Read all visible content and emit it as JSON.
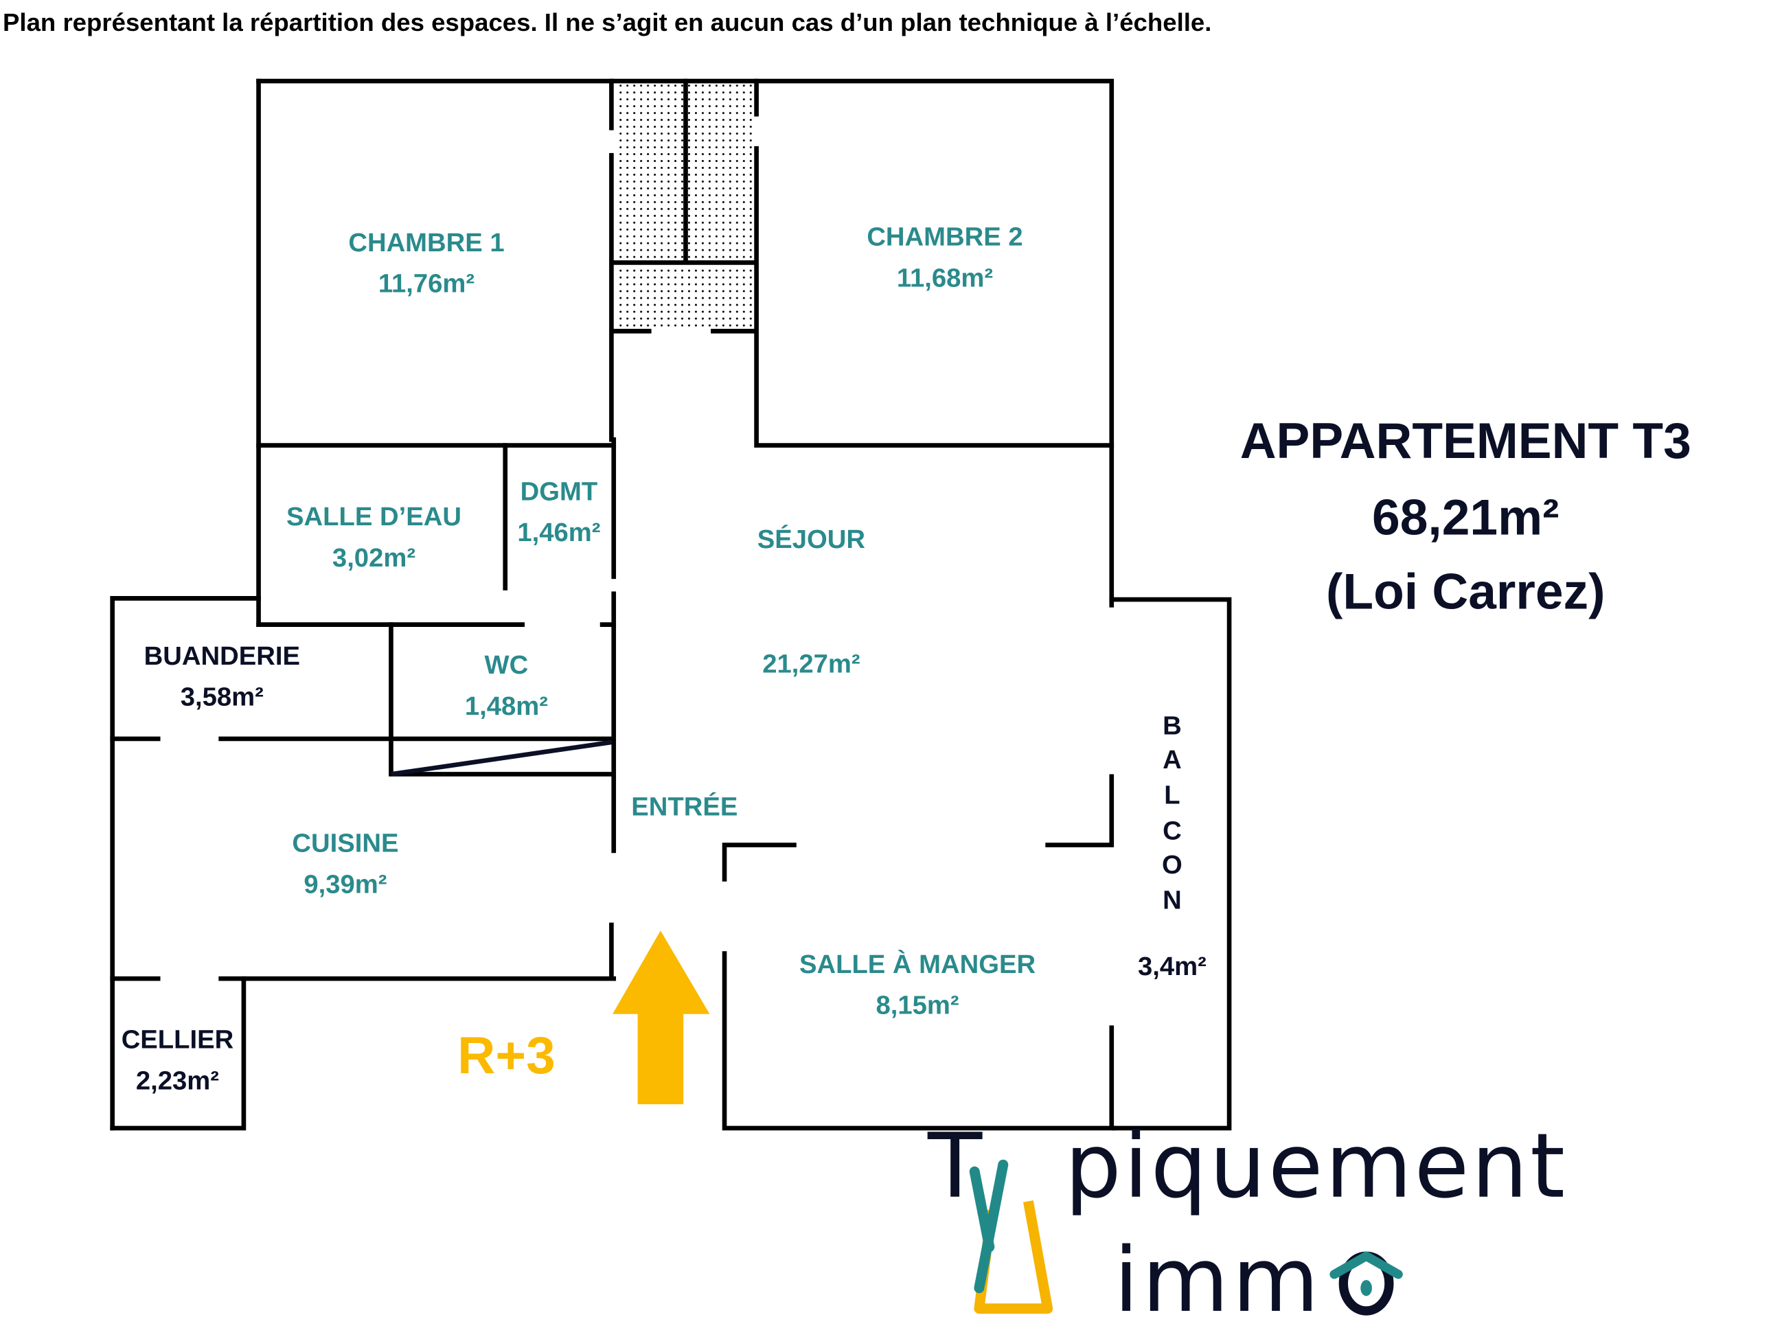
{
  "disclaimer": "Plan représentant la répartition des espaces. Il ne s’agit en aucun cas d’un plan technique à l’échelle.",
  "summary": {
    "title": "APPARTEMENT T3",
    "area": "68,21m²",
    "note": "(Loi Carrez)"
  },
  "rooms": {
    "chambre1": {
      "name": "CHAMBRE 1",
      "area": "11,76m²"
    },
    "chambre2": {
      "name": "CHAMBRE 2",
      "area": "11,68m²"
    },
    "salle_eau": {
      "name": "SALLE D’EAU",
      "area": "3,02m²"
    },
    "dgmt": {
      "name": "DGMT",
      "area": "1,46m²"
    },
    "sejour": {
      "name": "SÉJOUR",
      "area": "21,27m²"
    },
    "buanderie": {
      "name": "BUANDERIE",
      "area": "3,58m²"
    },
    "wc": {
      "name": "WC",
      "area": "1,48m²"
    },
    "entree": {
      "name": "ENTRÉE"
    },
    "cuisine": {
      "name": "CUISINE",
      "area": "9,39m²"
    },
    "salle_manger": {
      "name": "SALLE À MANGER",
      "area": "8,15m²"
    },
    "cellier": {
      "name": "CELLIER",
      "area": "2,23m²"
    },
    "balcon": {
      "letters": [
        "B",
        "A",
        "L",
        "C",
        "O",
        "N"
      ],
      "area": "3,4m²"
    }
  },
  "floor": "R+3",
  "logo": {
    "line1_a": "T",
    "line1_b": "piquement",
    "line2": "imm"
  },
  "colors": {
    "teal": "#2a8a8c",
    "yellow": "#fbb900",
    "navy": "#0b1026"
  }
}
